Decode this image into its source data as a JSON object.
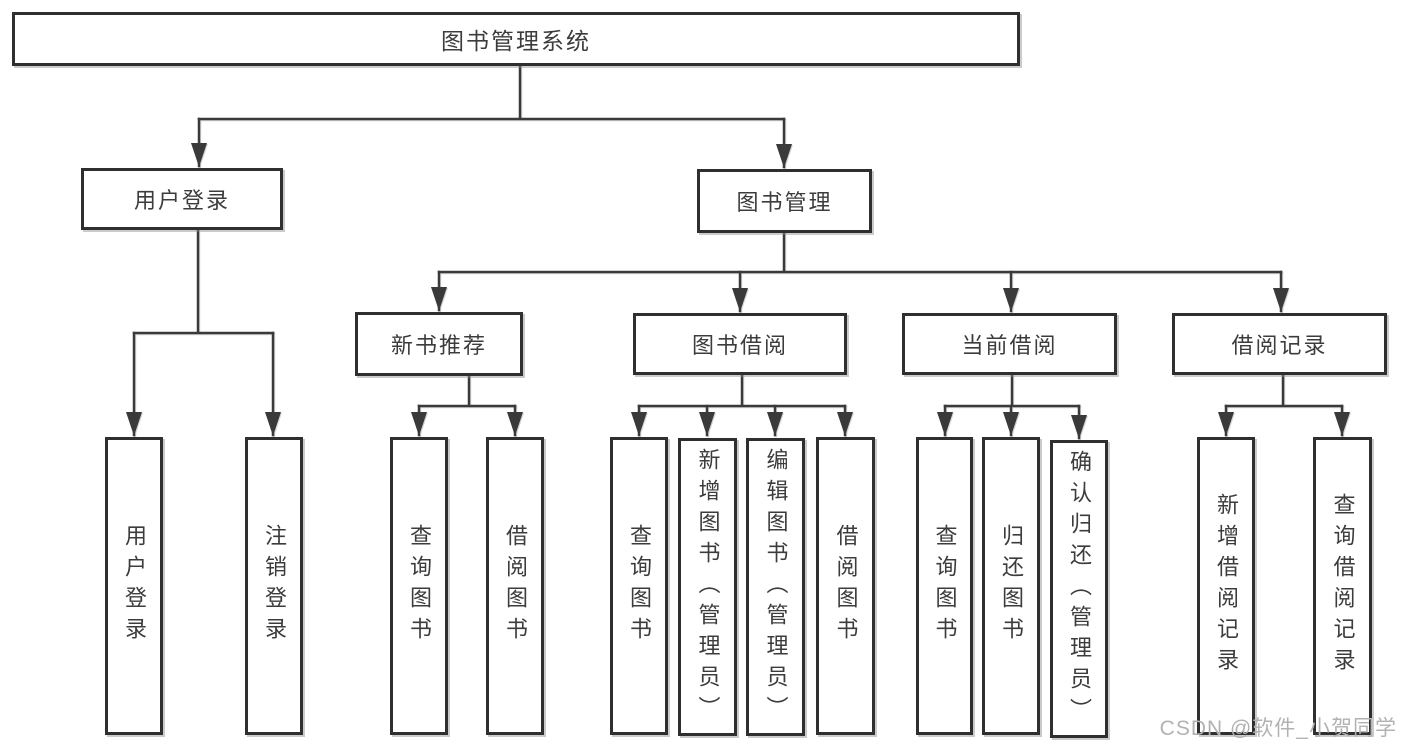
{
  "root": {
    "label": "图书管理系统"
  },
  "branches": [
    {
      "label": "用户登录",
      "children": [
        {
          "label": "用户登录"
        },
        {
          "label": "注销登录"
        }
      ]
    },
    {
      "label": "图书管理",
      "children": [
        {
          "label": "新书推荐",
          "children": [
            {
              "label": "查询图书"
            },
            {
              "label": "借阅图书"
            }
          ]
        },
        {
          "label": "图书借阅",
          "children": [
            {
              "label": "查询图书"
            },
            {
              "label": "新增图书（管理员）"
            },
            {
              "label": "编辑图书（管理员）"
            },
            {
              "label": "借阅图书"
            }
          ]
        },
        {
          "label": "当前借阅",
          "children": [
            {
              "label": "查询图书"
            },
            {
              "label": "归还图书"
            },
            {
              "label": "确认归还（管理员）"
            }
          ]
        },
        {
          "label": "借阅记录",
          "children": [
            {
              "label": "新增借阅记录"
            },
            {
              "label": "查询借阅记录"
            }
          ]
        }
      ]
    }
  ],
  "watermark": {
    "text": "CSDN @软件_小贺同学"
  },
  "colors": {
    "line": "#3a3a3a",
    "box_border": "#2f2f2f",
    "box_background": "#ffffff",
    "text": "#3c3c3c",
    "watermark": "#b2b2b2",
    "page_background": "#ffffff"
  }
}
